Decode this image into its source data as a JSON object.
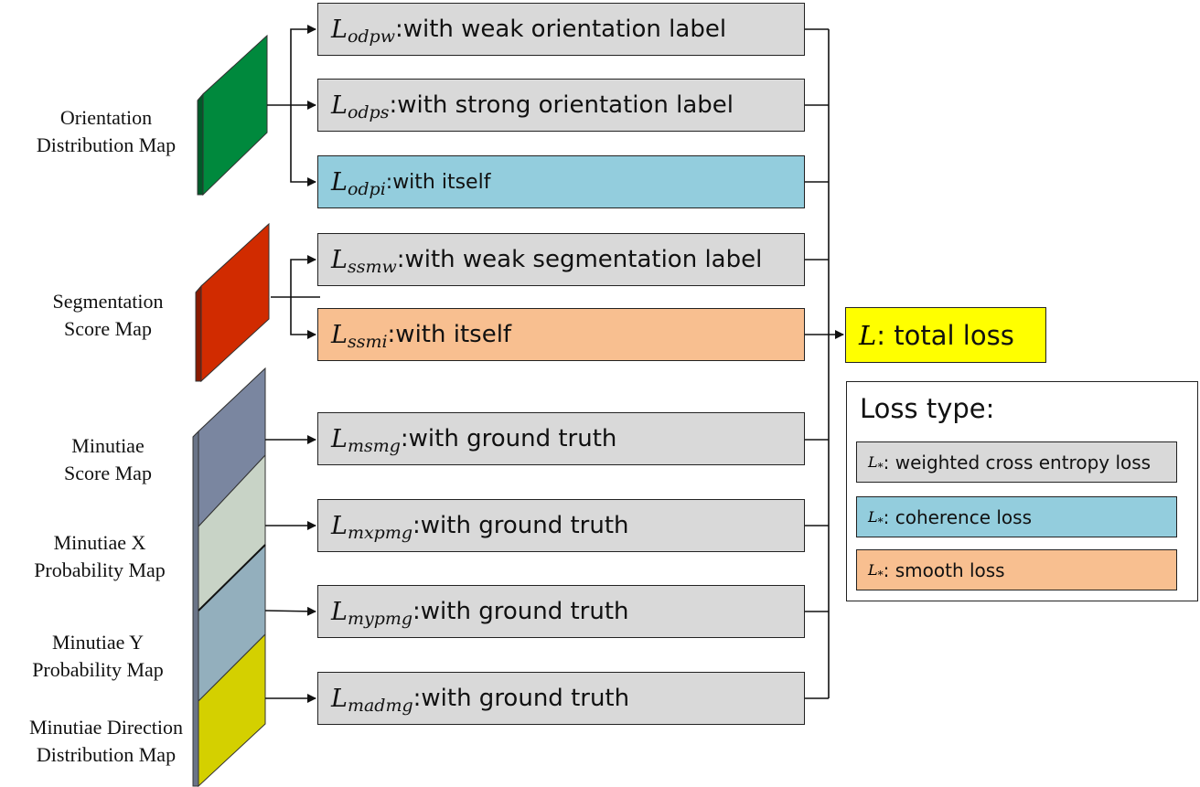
{
  "maps": [
    {
      "lines": [
        "Orientation",
        "Distribution Map"
      ],
      "color": "#00893d"
    },
    {
      "lines": [
        "Segmentation",
        "Score Map"
      ],
      "color": "#d12b00"
    },
    {
      "lines": [
        "Minutiae",
        "Score Map"
      ],
      "color": "#7a86a0"
    },
    {
      "lines": [
        "Minutiae X",
        "Probability Map"
      ],
      "color": "#c8d3c6"
    },
    {
      "lines": [
        "Minutiae Y",
        "Probability Map"
      ],
      "color": "#93afbd"
    },
    {
      "lines": [
        "Minutiae Direction",
        "Distribution Map"
      ],
      "color": "#d4d000"
    }
  ],
  "losses": [
    {
      "symbol": "L",
      "subscript": "odpw",
      "desc": ":with weak orientation label",
      "type": "weighted cross entropy"
    },
    {
      "symbol": "L",
      "subscript": "odps",
      "desc": ":with strong orientation label",
      "type": "weighted cross entropy"
    },
    {
      "symbol": "L",
      "subscript": "odpi",
      "desc": ":with itself",
      "type": "coherence"
    },
    {
      "symbol": "L",
      "subscript": "ssmw",
      "desc": ":with weak segmentation label",
      "type": "weighted cross entropy"
    },
    {
      "symbol": "L",
      "subscript": "ssmi",
      "desc": ":with itself",
      "type": "smooth"
    },
    {
      "symbol": "L",
      "subscript": "msmg",
      "desc": ":with ground truth",
      "type": "weighted cross entropy"
    },
    {
      "symbol": "L",
      "subscript": "mxpmg",
      "desc": ":with ground truth",
      "type": "weighted cross entropy"
    },
    {
      "symbol": "L",
      "subscript": "mypmg",
      "desc": ":with ground truth",
      "type": "weighted cross entropy"
    },
    {
      "symbol": "L",
      "subscript": "madmg",
      "desc": ":with ground truth",
      "type": "weighted cross entropy"
    }
  ],
  "total": {
    "symbol": "L",
    "desc": ": total loss",
    "color": "#ffff00"
  },
  "legend": {
    "title": "Loss type:",
    "items": [
      {
        "symbol": "L",
        "subscript": "*",
        "desc": ": weighted cross entropy loss",
        "color": "#d9d9d9"
      },
      {
        "symbol": "L",
        "subscript": "*",
        "desc": ": coherence loss",
        "color": "#93cddd"
      },
      {
        "symbol": "L",
        "subscript": "*",
        "desc": ": smooth loss",
        "color": "#f8bf90"
      }
    ]
  }
}
